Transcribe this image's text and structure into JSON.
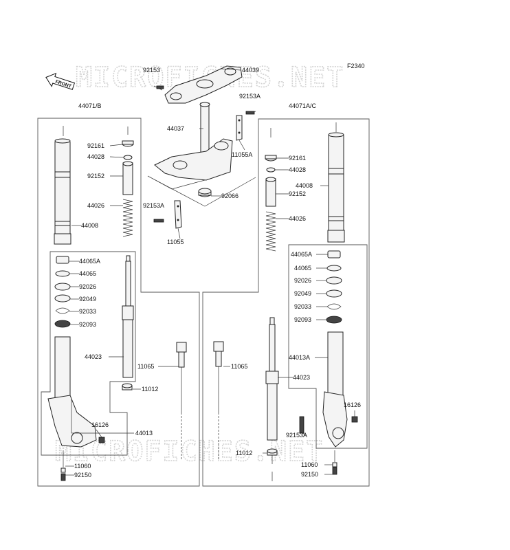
{
  "figure_code": "F2340",
  "watermark": "MICROFICHES.NET",
  "front_arrow_label": "FRONT",
  "labels": {
    "p92153_top": "92153",
    "p44039": "44039",
    "p92153A_top": "92153A",
    "p44071B": "44071/B",
    "p44071AC": "44071A/C",
    "p44037": "44037",
    "p11055A": "11055A",
    "p92161_l": "92161",
    "p44028_l": "44028",
    "p92152_l": "92152",
    "p44026_l": "44026",
    "p44008_l": "44008",
    "p92153A_mid": "92153A",
    "p92066": "92066",
    "p11055": "11055",
    "p92161_r": "92161",
    "p44028_r": "44028",
    "p44008_r": "44008",
    "p92152_r": "92152",
    "p44026_r": "44026",
    "p44065A_l": "44065A",
    "p44065_l": "44065",
    "p92026_l": "92026",
    "p92049_l": "92049",
    "p92033_l": "92033",
    "p92093_l": "92093",
    "p44023_l": "44023",
    "p11065_l": "11065",
    "p11012_l": "11012",
    "p16126_l": "16126",
    "p44013_l": "44013",
    "p11060_l": "11060",
    "p92150_l": "92150",
    "p44065A_r": "44065A",
    "p44065_r": "44065",
    "p92026_r": "92026",
    "p92049_r": "92049",
    "p92033_r": "92033",
    "p92093_r": "92093",
    "p44013A_r": "44013A",
    "p44023_r": "44023",
    "p11065_r": "11065",
    "p16126_r": "16126",
    "p92153A_r": "92153A",
    "p11012_r": "11012",
    "p11060_r": "11060",
    "p92150_r": "92150"
  }
}
